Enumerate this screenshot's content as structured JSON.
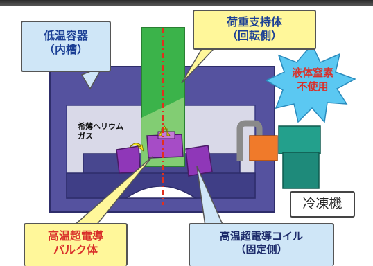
{
  "labels": {
    "cryostat": {
      "line1": "低温容器",
      "line2": "（内槽）"
    },
    "load_support": {
      "line1": "荷重支持体",
      "line2": "（回転側）"
    },
    "no_liquid_nitrogen": {
      "line1": "液体窒素",
      "line2": "不使用"
    },
    "helium_gas": {
      "line1": "希薄ヘリウム",
      "line2": "ガス"
    },
    "refrigerator": "冷凍機",
    "hts_bulk": {
      "line1": "高温超電導",
      "line2": "バルク体"
    },
    "hts_coil": {
      "line1": "高温超電導コイル",
      "line2": "（固定側）"
    }
  },
  "colors": {
    "vessel": "#55529f",
    "vessel_dark": "#3a3a82",
    "rotor": "#3bb34a",
    "bulk": "#8f37b8",
    "coil": "#8f37b8",
    "heat_link": "#f07a2a",
    "refrigerator": "#1e8a7a",
    "pipe": "#8a8a8a",
    "axis_line": "#e0301e",
    "callout_yellow": "#fff79a",
    "callout_blue": "#cfe6f7",
    "starburst": "#5bc8f2",
    "arrow_yellow": "#f7e81e"
  },
  "icons": {
    "up_arrow": "up-arrow-icon",
    "rotation_arrow": "rotation-arrow-icon"
  }
}
